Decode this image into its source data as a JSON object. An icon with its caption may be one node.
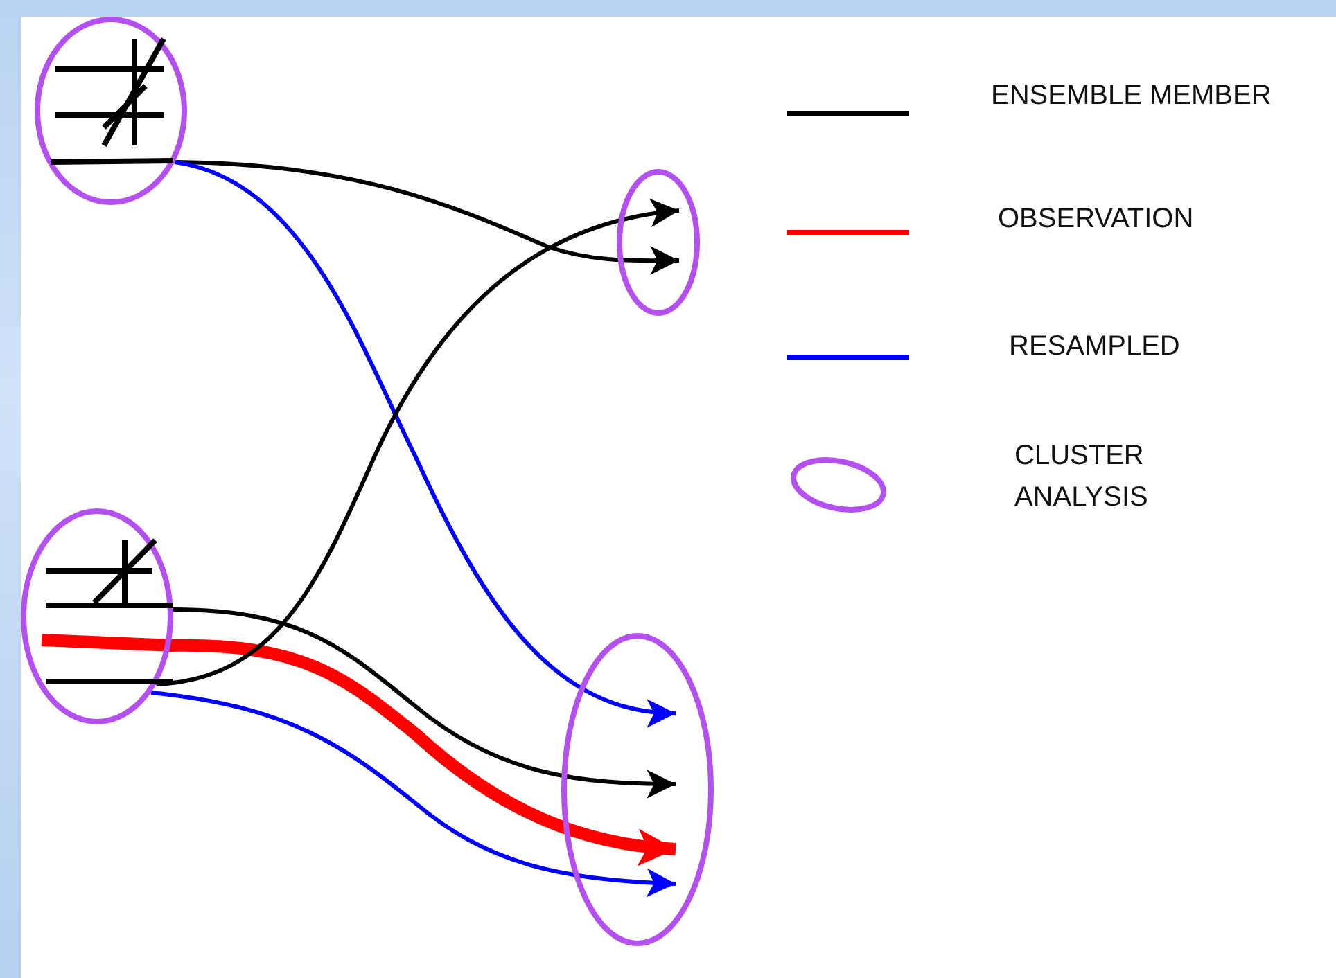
{
  "diagram": {
    "nodes": [
      {
        "text": [],
        "shape": "ellipse"
      },
      {
        "text": [],
        "shape": "ellipse"
      },
      {
        "text": [],
        "shape": "ellipse"
      },
      {
        "text": [],
        "shape": "ellipse"
      }
    ],
    "edges": [
      {
        "from": 0,
        "to": 2,
        "arrow": "to"
      },
      {
        "from": 0,
        "to": 3,
        "arrow": "to",
        "color": "#0000ff"
      },
      {
        "from": 1,
        "to": 3,
        "arrow": "to"
      },
      {
        "from": 1,
        "to": 3,
        "arrow": "to",
        "style": "thick",
        "color": "#ff0000"
      },
      {
        "from": 1,
        "to": 3,
        "arrow": "to",
        "color": "#0000ff"
      },
      {
        "from": 1,
        "to": 2,
        "arrow": "to"
      }
    ],
    "legend": [
      {
        "text": "ENSEMBLE MEMBER",
        "color": "#000000"
      },
      {
        "text": "OBSERVATION",
        "color": "#ff0000"
      },
      {
        "text": "RESAMPLED",
        "color": "#0000ff"
      },
      {
        "text": "CLUSTER ANALYSIS"
      }
    ]
  }
}
